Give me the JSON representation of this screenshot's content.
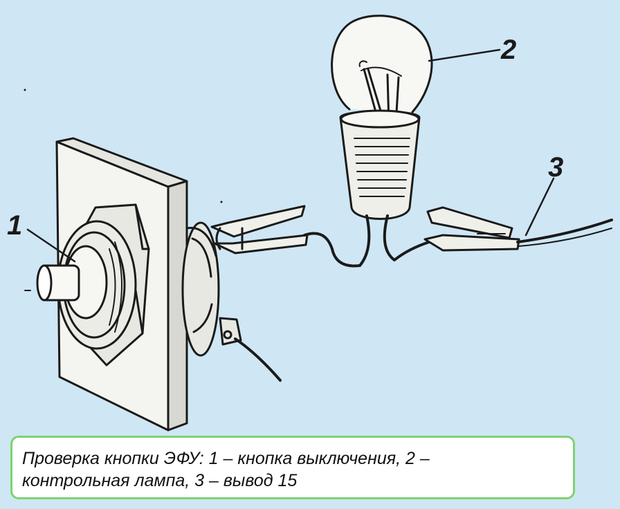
{
  "colors": {
    "background": "#cfe6f5",
    "ink": "#1a1a1a",
    "panel": "#f4f4f0",
    "caption_border": "#7ed36f",
    "caption_background": "#ffffff"
  },
  "callouts": {
    "button": "1",
    "lamp": "2",
    "terminal": "3"
  },
  "caption": {
    "line1": "Проверка кнопки ЭФУ: 1 – кнопка выключения, 2 –",
    "line2": "контрольная лампа, 3 – вывод 15"
  }
}
